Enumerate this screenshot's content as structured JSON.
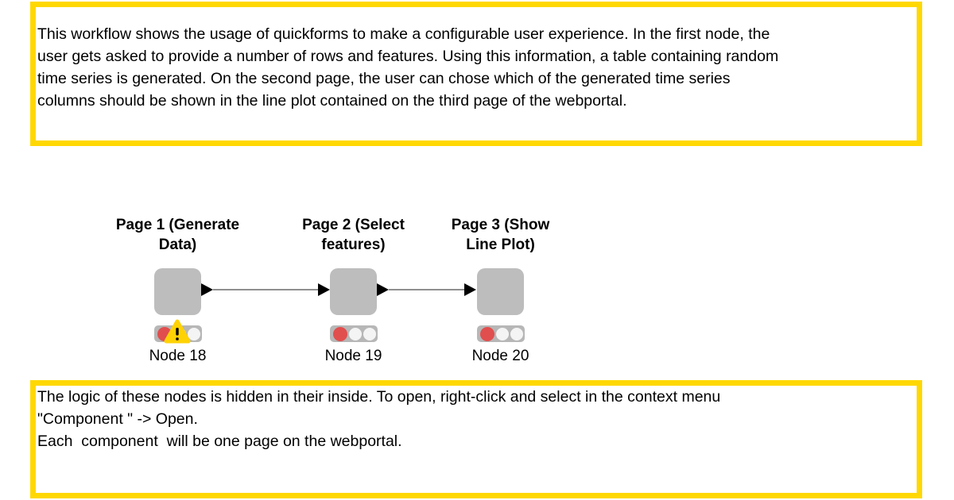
{
  "colors": {
    "canvas_bg": "#FFFFFF",
    "annotation_border": "#FFD802",
    "annotation_bg": "#FFFFFF",
    "annotation_text": "#000000",
    "node_body": "#BDBDBD",
    "traffic_bar": "#B7B7B7",
    "traffic_red": "#E14E4E",
    "traffic_idle": "#F4F4F4",
    "warning_fill": "#FFD205",
    "warning_mark": "#000000",
    "connection": "#8F8F8F",
    "port": "#000000",
    "label_text": "#000000"
  },
  "annotations": {
    "top": {
      "text": "This workflow shows the usage of quickforms to make a configurable user experience. In the first node, the\nuser gets asked to provide a number of rows and features. Using this information, a table containing random\ntime series is generated. On the second page, the user can chose which of the generated time series\ncolumns should be shown in the line plot contained on the third page of the webportal."
    },
    "bottom": {
      "text": "The logic of these nodes is hidden in their inside. To open, right-click and select in the context menu\n\"Component \" -> Open.\nEach  component  will be one page on the webportal."
    }
  },
  "workflow": {
    "nodes": [
      {
        "title": "Page 1 (Generate\nData)",
        "name": "Node 18",
        "lights": [
          "red",
          "idle",
          "idle"
        ],
        "warning": true
      },
      {
        "title": "Page 2 (Select\nfeatures)",
        "name": "Node 19",
        "lights": [
          "red",
          "idle",
          "idle"
        ],
        "warning": false
      },
      {
        "title": "Page 3 (Show\nLine Plot)",
        "name": "Node 20",
        "lights": [
          "red",
          "idle",
          "idle"
        ],
        "warning": false
      }
    ],
    "connections": [
      {
        "from": "Node 18",
        "to": "Node 19"
      },
      {
        "from": "Node 19",
        "to": "Node 20"
      }
    ]
  }
}
